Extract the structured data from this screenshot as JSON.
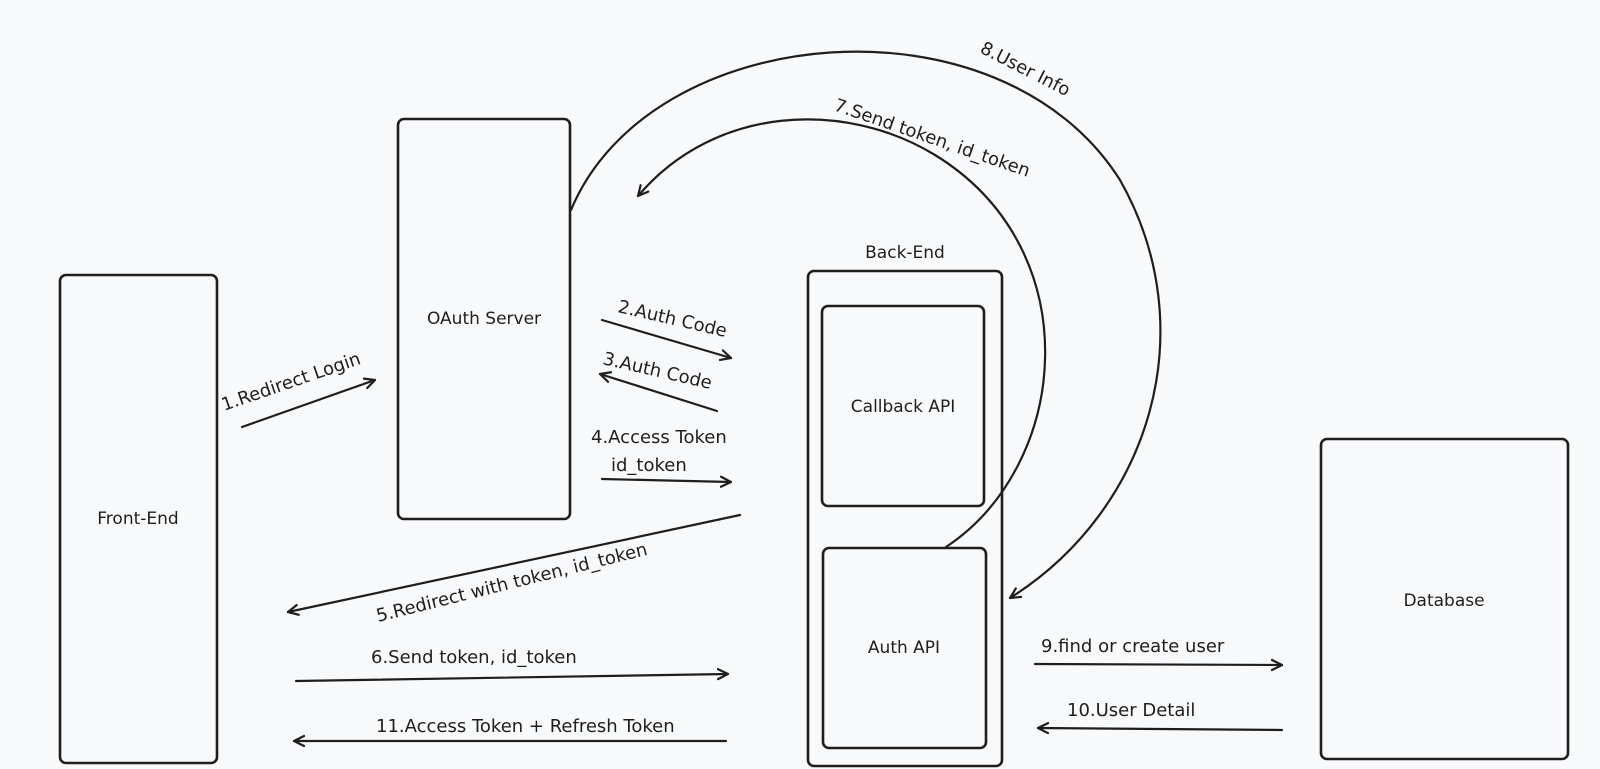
{
  "nodes": {
    "front_end": "Front-End",
    "oauth_server": "OAuth Server",
    "back_end": "Back-End",
    "callback_api": "Callback API",
    "auth_api": "Auth API",
    "database": "Database"
  },
  "edges": {
    "e1": "1.Redirect Login",
    "e2": "2.Auth Code",
    "e3": "3.Auth Code",
    "e4_line1": "4.Access Token",
    "e4_line2": "id_token",
    "e5": "5.Redirect with token, id_token",
    "e6": "6.Send token, id_token",
    "e7": "7.Send token, id_token",
    "e8": "8.User Info",
    "e9": "9.find or create user",
    "e10": "10.User Detail",
    "e11": "11.Access Token + Refresh Token"
  },
  "colors": {
    "background": "#f8f9fb",
    "stroke": "#1e1e1e"
  }
}
